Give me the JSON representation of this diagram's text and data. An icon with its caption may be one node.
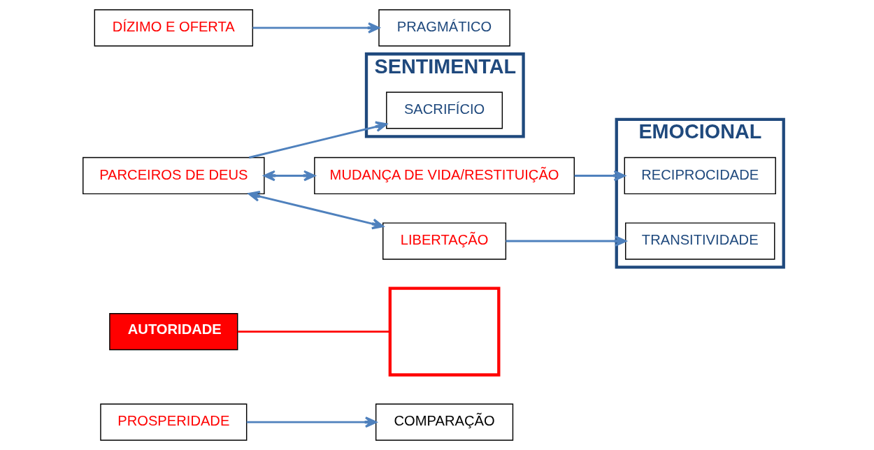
{
  "diagram": {
    "nodes": [
      {
        "text": [
          "COMPARAÇÃO"
        ]
      },
      {
        "text": [
          "AUTORIDADE"
        ]
      },
      {
        "text": [
          "PROSPERIDADE"
        ]
      },
      {
        "text": [
          "SENTIMENTAL"
        ]
      },
      {
        "text": [],
        "shape": "box"
      },
      {
        "text": [
          "EMOCIONAL"
        ]
      },
      {
        "text": [
          "RECIPROCIDADE"
        ],
        "in": 5
      },
      {
        "text": [
          "SACRIFÍCIO"
        ],
        "in": 3
      },
      {
        "text": [
          "MUDANÇA DE VIDA/RESTITUIÇÃO"
        ]
      },
      {
        "text": [
          "PARCEIROS DE DEUS"
        ]
      },
      {
        "text": [
          "TRANSITIVIDADE"
        ],
        "in": 5
      },
      {
        "text": [
          "DÍZIMO E OFERTA"
        ]
      },
      {
        "text": [
          "LIBERTAÇÃO"
        ]
      },
      {
        "text": [
          "PRAGMÁTICO"
        ]
      }
    ],
    "edges": [
      {
        "from": 2,
        "to": 0,
        "arrow": "to"
      },
      {
        "from": 1,
        "to": 4,
        "arrow": "none",
        "color": "#ff0000"
      },
      {
        "from": 9,
        "to": 7,
        "arrow": "to"
      },
      {
        "from": 9,
        "to": 8,
        "arrow": "both"
      },
      {
        "from": 9,
        "to": 12,
        "arrow": "both"
      },
      {
        "from": 8,
        "to": 6,
        "arrow": "to"
      },
      {
        "from": 12,
        "to": 10,
        "arrow": "to"
      },
      {
        "from": 11,
        "to": 13,
        "arrow": "to"
      }
    ]
  }
}
